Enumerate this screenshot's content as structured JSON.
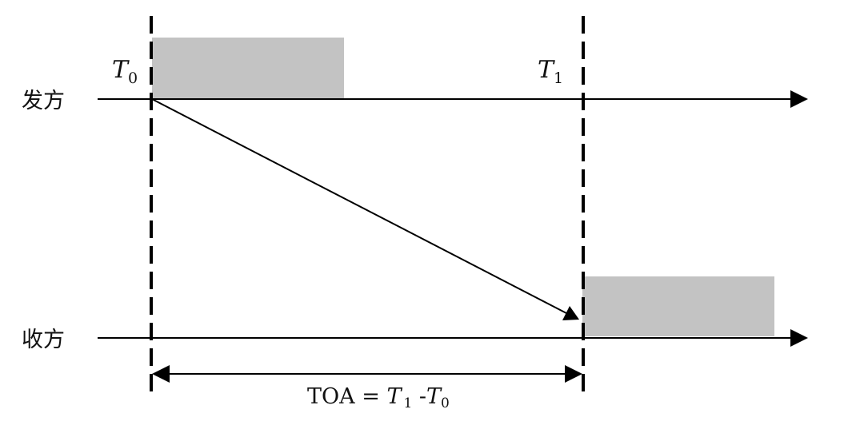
{
  "labels": {
    "sender": "发方",
    "receiver": "收方",
    "t0_symbol": "T",
    "t0_sub": "0",
    "t1_symbol": "T",
    "t1_sub": "1"
  },
  "formula": {
    "lhs": "TOA = ",
    "t1_symbol": "T",
    "t1_sub": "1",
    "minus": " -",
    "t0_symbol": "T",
    "t0_sub": "0"
  },
  "colors": {
    "line": "#000000",
    "block": "#c3c3c3"
  }
}
